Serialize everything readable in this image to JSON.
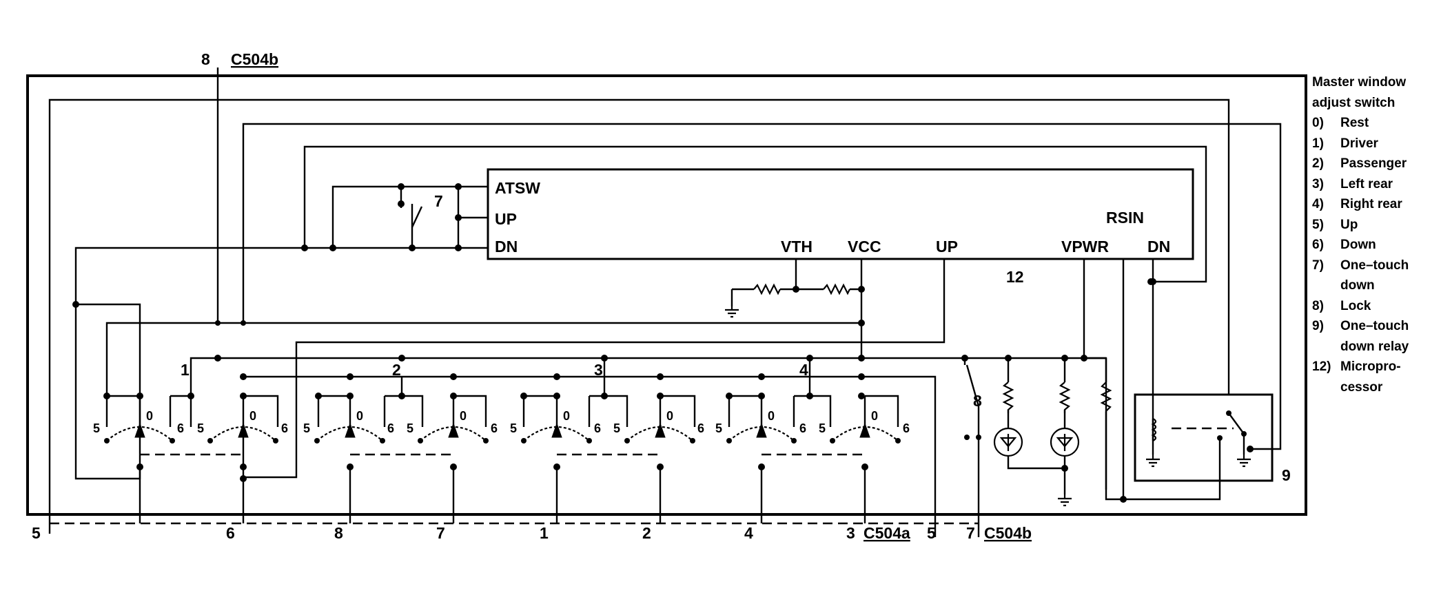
{
  "diagram": {
    "connector_top": {
      "pin": "8",
      "name": "C504b"
    },
    "processor": {
      "pin_atsw": "ATSW",
      "pin_up_left": "UP",
      "pin_dn_left": "DN",
      "pin_rsin": "RSIN",
      "pin_vth": "VTH",
      "pin_vcc": "VCC",
      "pin_up_bottom": "UP",
      "pin_vpwr": "VPWR",
      "pin_dn_right": "DN",
      "number": "12"
    },
    "one_touch_switch_label": "7",
    "lock_switch_label": "8",
    "relay_label": "9",
    "bus_labels": [
      "1",
      "2",
      "3",
      "4"
    ],
    "switch_positions": {
      "up": "5",
      "rest": "0",
      "down": "6"
    },
    "bottom_pins": [
      "5",
      "6",
      "8",
      "7",
      "1",
      "2",
      "4",
      "3",
      "5",
      "7"
    ],
    "bottom_connectors": [
      "C504a",
      "C504b"
    ]
  },
  "legend": {
    "title_line1": "Master window",
    "title_line2": "adjust switch",
    "items": [
      {
        "num": "0)",
        "label": "Rest"
      },
      {
        "num": "1)",
        "label": "Driver"
      },
      {
        "num": "2)",
        "label": "Passenger"
      },
      {
        "num": "3)",
        "label": "Left rear"
      },
      {
        "num": "4)",
        "label": "Right rear"
      },
      {
        "num": "5)",
        "label": "Up"
      },
      {
        "num": "6)",
        "label": "Down"
      },
      {
        "num": "7)",
        "label": "One–touch"
      },
      {
        "num": "",
        "label": "down"
      },
      {
        "num": "8)",
        "label": "Lock"
      },
      {
        "num": "9)",
        "label": "One–touch"
      },
      {
        "num": "",
        "label": "down relay"
      },
      {
        "num": "12)",
        "label": "Micropro-"
      },
      {
        "num": "",
        "label": "cessor"
      }
    ]
  },
  "colors": {
    "line": "#000000",
    "background": "#ffffff"
  }
}
